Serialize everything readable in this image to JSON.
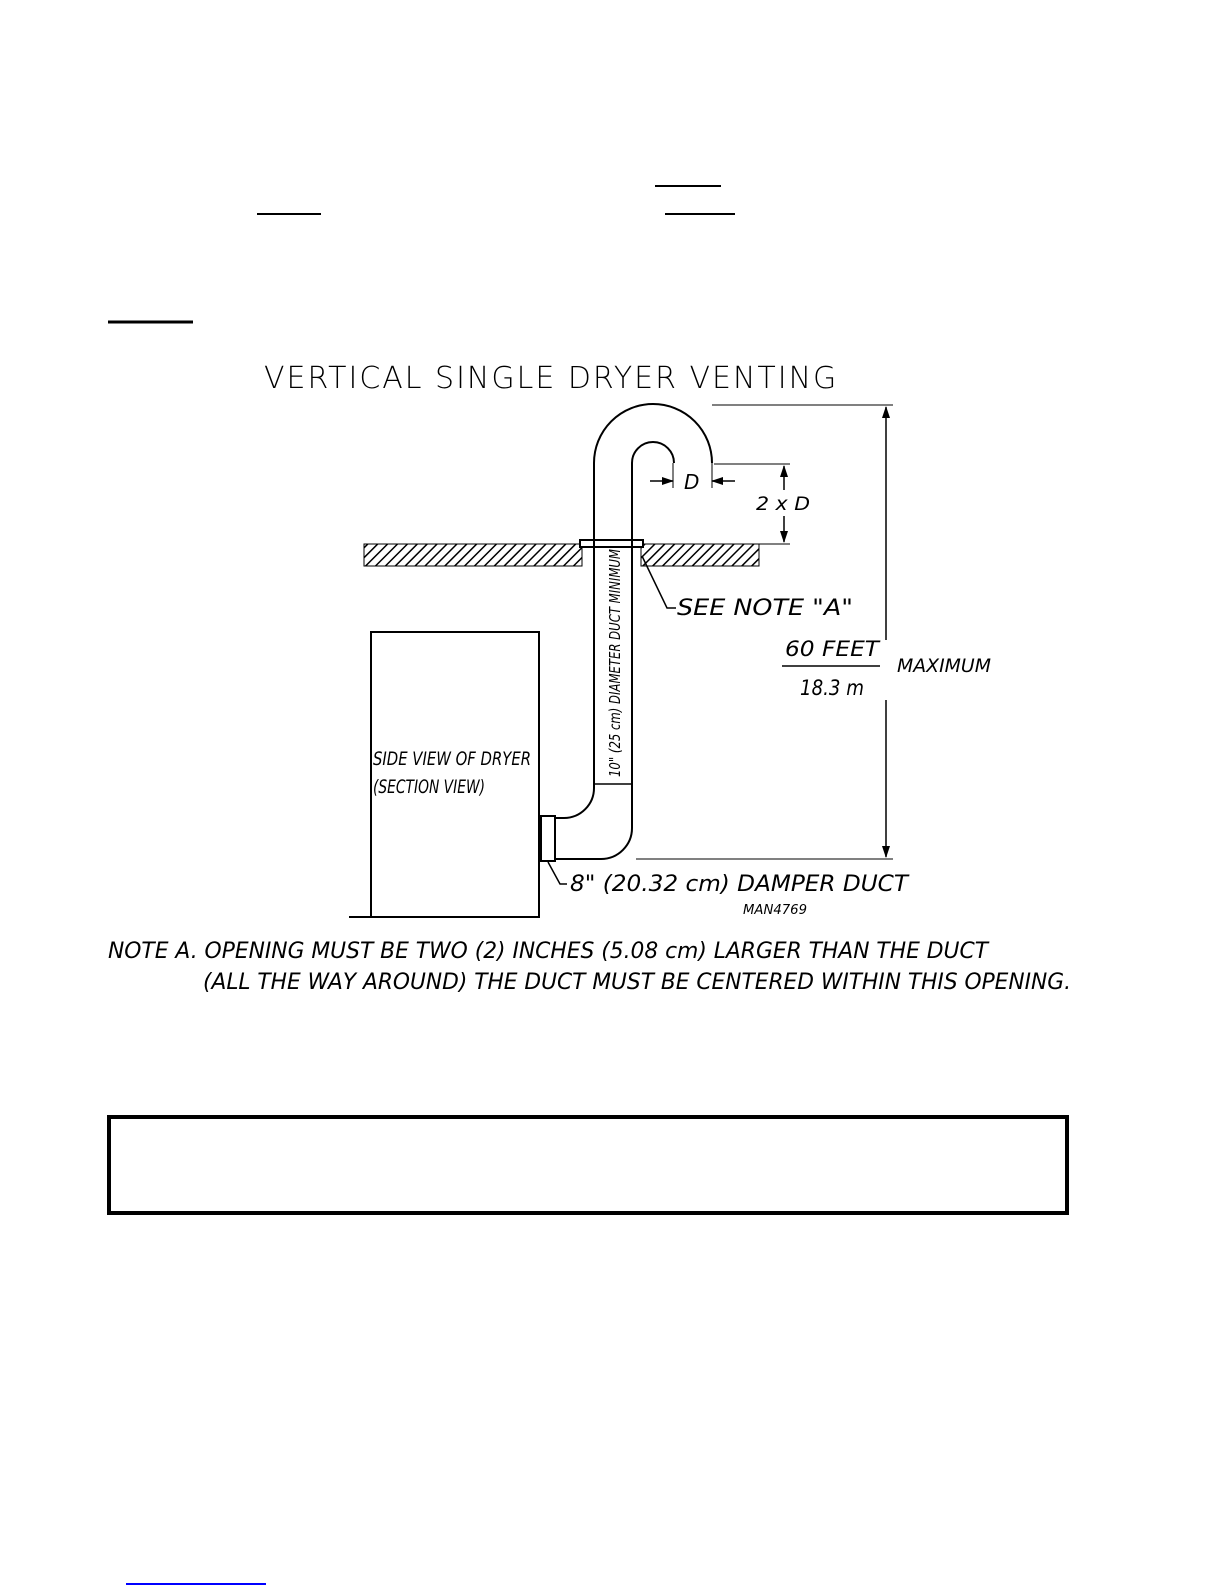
{
  "diagram": {
    "title": "VERTICAL SINGLE DRYER VENTING",
    "dim_d": "D",
    "dim_2xd": "2 x D",
    "see_note": "SEE NOTE \"A\"",
    "duct_label": "10\" (25 cm) DIAMETER DUCT MINIMUM",
    "height_feet": "60 FEET",
    "height_m": "18.3 m",
    "height_qualifier": "MAXIMUM",
    "dryer_label_line1": "SIDE VIEW OF DRYER",
    "dryer_label_line2": "(SECTION VIEW)",
    "damper_label": "8\" (20.32 cm) DAMPER DUCT",
    "drawing_code": "MAN4769",
    "note_line1": "NOTE A. OPENING MUST BE TWO (2) INCHES (5.08 cm) LARGER THAN THE DUCT",
    "note_line2": "(ALL THE WAY AROUND) THE DUCT MUST BE CENTERED WITHIN THIS OPENING."
  },
  "colors": {
    "ink": "#000000",
    "page": "#ffffff",
    "link_underline": "#0000ff"
  }
}
